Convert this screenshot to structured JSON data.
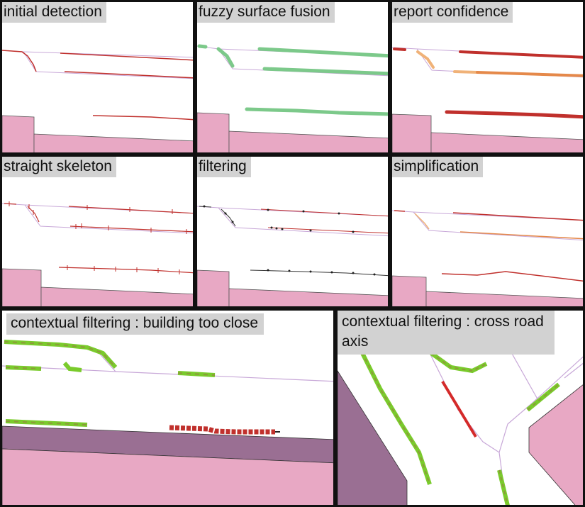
{
  "panels": {
    "p1": {
      "label": "initial detection"
    },
    "p2": {
      "label": "fuzzy surface fusion"
    },
    "p3": {
      "label": "report confidence"
    },
    "p4": {
      "label": "straight skeleton"
    },
    "p5": {
      "label": "filtering"
    },
    "p6": {
      "label": "simplification"
    },
    "p7": {
      "label": "contextual filtering : building too close"
    },
    "p8": {
      "label": "contextual filtering : cross road axis"
    }
  },
  "colors": {
    "building": "#e8a8c4",
    "building_dark": "#9a6f93",
    "road_axis": "#c8a8d8",
    "detection_red": "#c0302c",
    "fusion_green": "#7cc98a",
    "confidence_orange": "#f0b278",
    "filter_green": "#7acb2c",
    "filter_olive": "#8d9a3a"
  }
}
